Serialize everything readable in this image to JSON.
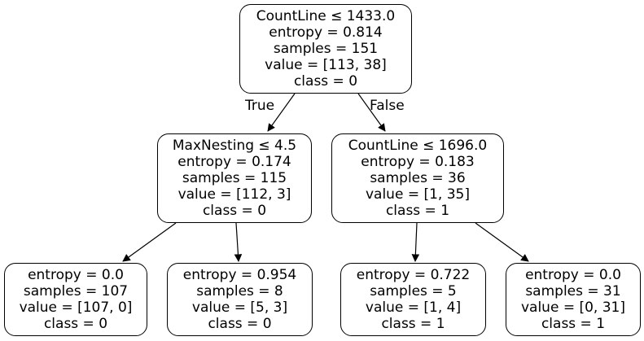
{
  "tree": {
    "nodes": [
      {
        "id": "root",
        "lines": [
          "CountLine ≤ 1433.0",
          "entropy = 0.814",
          "samples = 151",
          "value = [113, 38]",
          "class = 0"
        ]
      },
      {
        "id": "left",
        "lines": [
          "MaxNesting ≤ 4.5",
          "entropy = 0.174",
          "samples = 115",
          "value = [112, 3]",
          "class = 0"
        ]
      },
      {
        "id": "right",
        "lines": [
          "CountLine ≤ 1696.0",
          "entropy = 0.183",
          "samples = 36",
          "value = [1, 35]",
          "class = 1"
        ]
      },
      {
        "id": "leaf-ll",
        "lines": [
          "entropy = 0.0",
          "samples = 107",
          "value = [107, 0]",
          "class = 0"
        ]
      },
      {
        "id": "leaf-lr",
        "lines": [
          "entropy = 0.954",
          "samples = 8",
          "value = [5, 3]",
          "class = 0"
        ]
      },
      {
        "id": "leaf-rl",
        "lines": [
          "entropy = 0.722",
          "samples = 5",
          "value = [1, 4]",
          "class = 1"
        ]
      },
      {
        "id": "leaf-rr",
        "lines": [
          "entropy = 0.0",
          "samples = 31",
          "value = [0, 31]",
          "class = 1"
        ]
      }
    ],
    "edge_labels": {
      "true": "True",
      "false": "False"
    }
  }
}
